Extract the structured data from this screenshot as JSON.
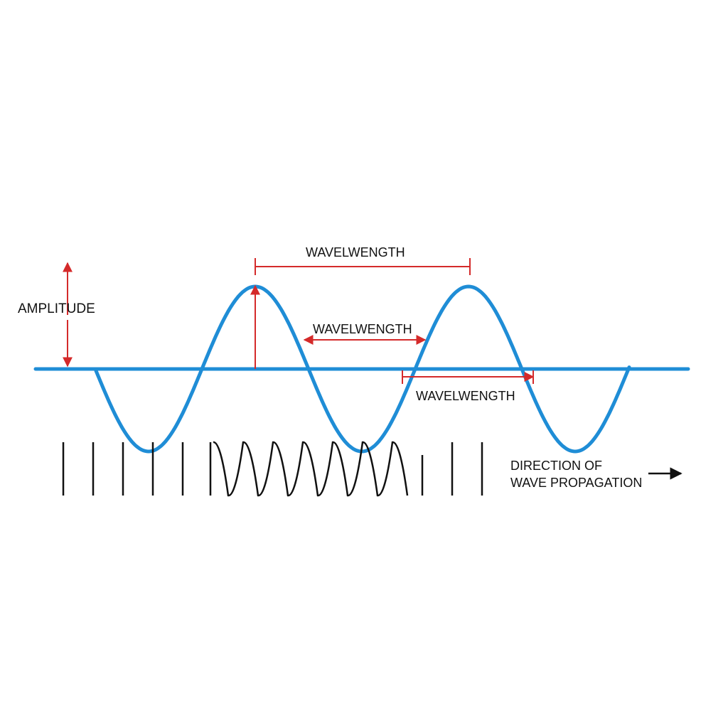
{
  "labels": {
    "amplitude": "AMPLITUDE",
    "wavelength_top": "WAVELWENGTH",
    "wavelength_middle": "WAVELWENGTH",
    "wavelength_bottom": "WAVELWENGTH",
    "direction_line1": "DIRECTION OF",
    "direction_line2": "WAVE PROPAGATION"
  },
  "colors": {
    "wave": "#1f8dd6",
    "axis": "#1f8dd6",
    "annotation": "#d42a2a",
    "text": "#111111",
    "pulse_train": "#111111",
    "background": "#ffffff"
  },
  "icons": {
    "direction": "right-arrow-icon"
  }
}
